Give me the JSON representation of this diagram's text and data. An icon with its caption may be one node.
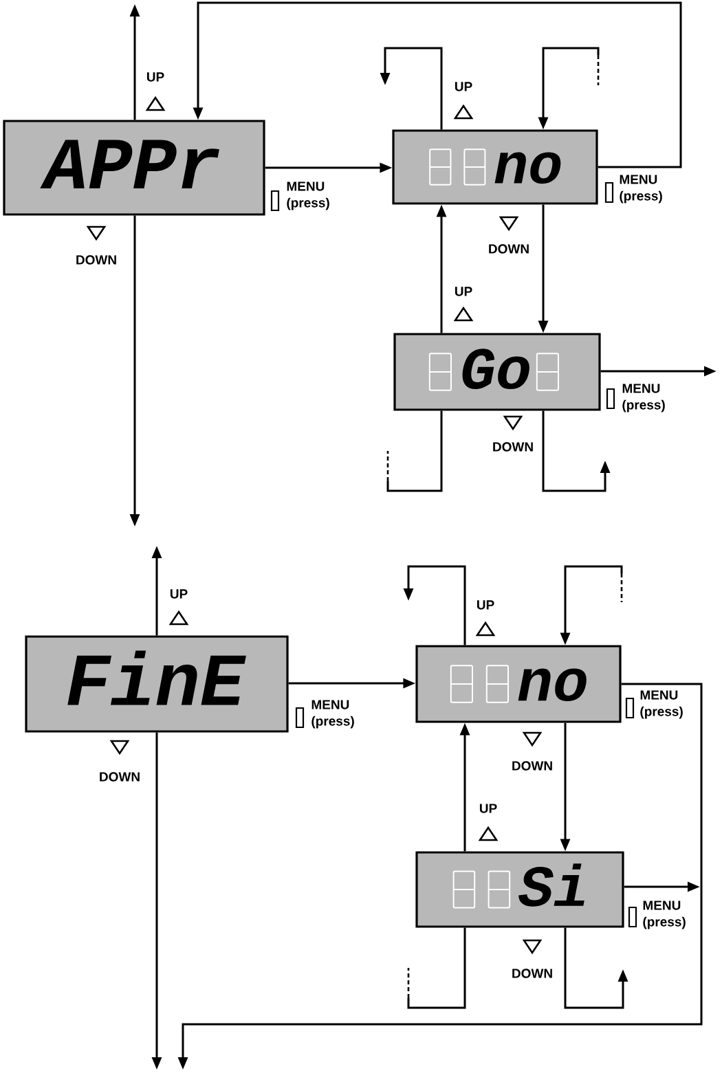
{
  "diagram": {
    "nodes": [
      {
        "text": [
          "APPr"
        ],
        "beside": [
          "UP",
          "DOWN",
          "MENU (press)"
        ]
      },
      {
        "text": [
          "no"
        ],
        "beside": [
          "UP",
          "DOWN",
          "MENU (press)"
        ]
      },
      {
        "text": [
          "Go"
        ],
        "beside": [
          "UP",
          "DOWN",
          "MENU (press)"
        ]
      },
      {
        "text": [
          "FinE"
        ],
        "beside": [
          "UP",
          "DOWN",
          "MENU (press)"
        ]
      },
      {
        "text": [
          "no"
        ],
        "beside": [
          "UP",
          "DOWN",
          "MENU (press)"
        ]
      },
      {
        "text": [
          "Si"
        ],
        "beside": [
          "UP",
          "DOWN",
          "MENU (press)"
        ]
      }
    ],
    "edges": [
      {
        "from": 0,
        "to": null,
        "arrow": "to"
      },
      {
        "from": 0,
        "to": null,
        "arrow": "to"
      },
      {
        "from": 0,
        "to": 1,
        "arrow": "to"
      },
      {
        "from": 1,
        "to": 0,
        "arrow": "to"
      },
      {
        "from": 1,
        "to": null,
        "arrow": "to"
      },
      {
        "from": null,
        "to": 1,
        "arrow": "to"
      },
      {
        "from": 1,
        "to": 2,
        "arrow": "to"
      },
      {
        "from": 2,
        "to": 1,
        "arrow": "to"
      },
      {
        "from": 2,
        "to": null,
        "arrow": "to"
      },
      {
        "from": 2,
        "to": null,
        "arrow": "none"
      },
      {
        "from": 2,
        "to": null,
        "arrow": "to"
      },
      {
        "from": 3,
        "to": null,
        "arrow": "to"
      },
      {
        "from": 3,
        "to": null,
        "arrow": "to"
      },
      {
        "from": 3,
        "to": 4,
        "arrow": "to"
      },
      {
        "from": 4,
        "to": null,
        "arrow": "to"
      },
      {
        "from": 4,
        "to": null,
        "arrow": "to"
      },
      {
        "from": null,
        "to": 4,
        "arrow": "to"
      },
      {
        "from": 4,
        "to": 5,
        "arrow": "to"
      },
      {
        "from": 5,
        "to": 4,
        "arrow": "to"
      },
      {
        "from": 5,
        "to": null,
        "arrow": "to"
      },
      {
        "from": 5,
        "to": null,
        "arrow": "none"
      },
      {
        "from": 5,
        "to": null,
        "arrow": "to"
      }
    ]
  }
}
